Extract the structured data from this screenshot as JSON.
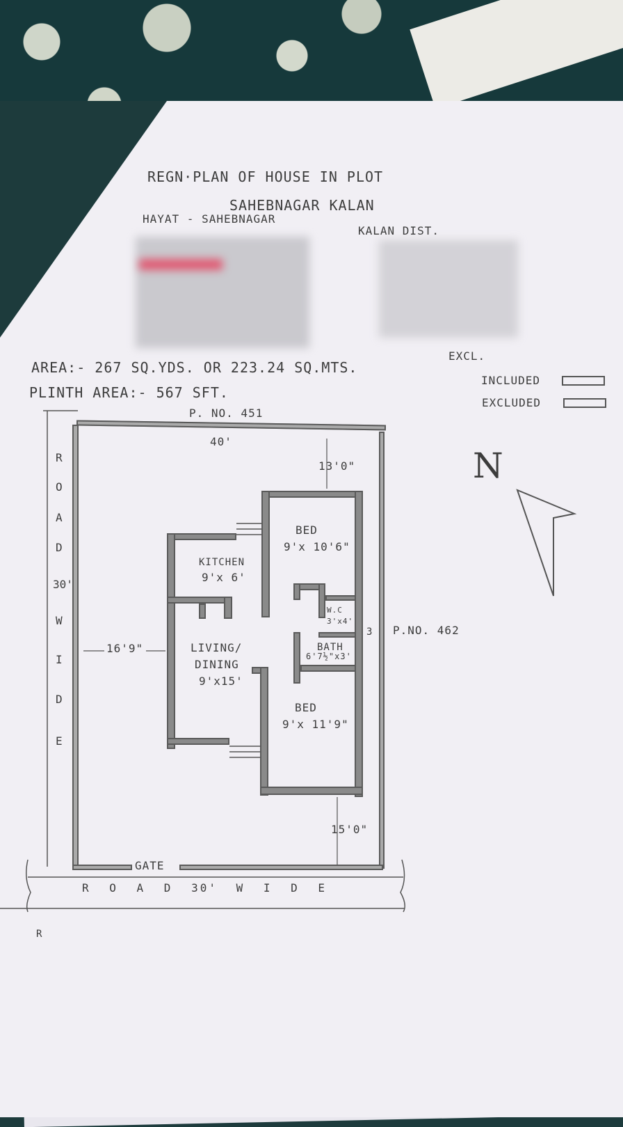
{
  "document": {
    "title_line1": "REGN·PLAN OF HOUSE IN PLOT",
    "title_line2": "SAHEBNAGAR  KALAN",
    "locality": "HAYAT - SAHEBNAGAR",
    "area": "AREA:- 267 SQ.YDS. OR 223.24 SQ.MTS.",
    "plinth_area": "PLINTH  AREA:- 567 SFT.",
    "district_text": "KALAN  DIST.",
    "excl_text": "EXCL.",
    "legend": {
      "included": "INCLUDED",
      "excluded": "EXCLUDED"
    },
    "north_label": "N"
  },
  "plan": {
    "plot_north": "P. NO. 451",
    "plot_east": "P.NO. 462",
    "width_top": "40'",
    "setback_top": "13'0\"",
    "setback_left": "16'9\"",
    "setback_bottom": "15'0\"",
    "gate": "GATE",
    "road_bottom": "R O A D  30'  W I D E",
    "road_left": [
      "R",
      "O",
      "A",
      "D",
      "30'",
      "W",
      "I",
      "D",
      "E"
    ],
    "rooms": {
      "bed1_name": "BED",
      "bed1_size": "9'x 10'6\"",
      "kitchen_name": "KITCHEN",
      "kitchen_size": "9'x 6'",
      "wc_name": "W.C",
      "wc_size": "3'x4'",
      "bath_name": "BATH",
      "bath_size": "6'7½\"x3'",
      "living_name": "LIVING/",
      "living_name2": "DINING",
      "living_size": "9'x15'",
      "bed2_name": "BED",
      "bed2_size": "9'x 11'9\""
    },
    "side_mark": "3",
    "corner_letter": "R"
  }
}
